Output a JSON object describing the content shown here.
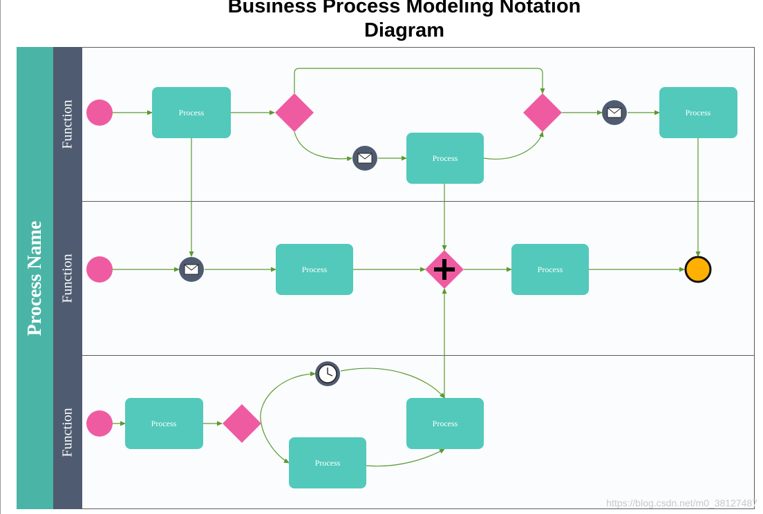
{
  "title": {
    "line1": "Business Process Modeling Notation",
    "line2": "Diagram"
  },
  "pool": {
    "name": "Process Name"
  },
  "lanes": [
    {
      "label": "Function"
    },
    {
      "label": "Function"
    },
    {
      "label": "Function"
    }
  ],
  "tasks": [
    {
      "label": "Process"
    },
    {
      "label": "Process"
    },
    {
      "label": "Process"
    },
    {
      "label": "Process"
    },
    {
      "label": "Process"
    },
    {
      "label": "Process"
    },
    {
      "label": "Process"
    },
    {
      "label": "Process"
    }
  ],
  "icons": {
    "start_event": "filled-circle-icon",
    "message_event": "envelope-icon",
    "timer_event": "clock-icon",
    "exclusive_gateway": "diamond-icon",
    "parallel_gateway": "plus-diamond-icon",
    "end_event": "end-circle-icon"
  },
  "colors": {
    "pool_header": "#4ab5a6",
    "lane_header": "#4f5b70",
    "task": "#52c9bb",
    "start_event": "#ef5ba1",
    "gateway": "#ef5ba1",
    "message_event": "#4f5b70",
    "end_event": "#ffb000",
    "connector": "#5a9a2e"
  },
  "watermark": "https://blog.csdn.net/m0_38127487"
}
